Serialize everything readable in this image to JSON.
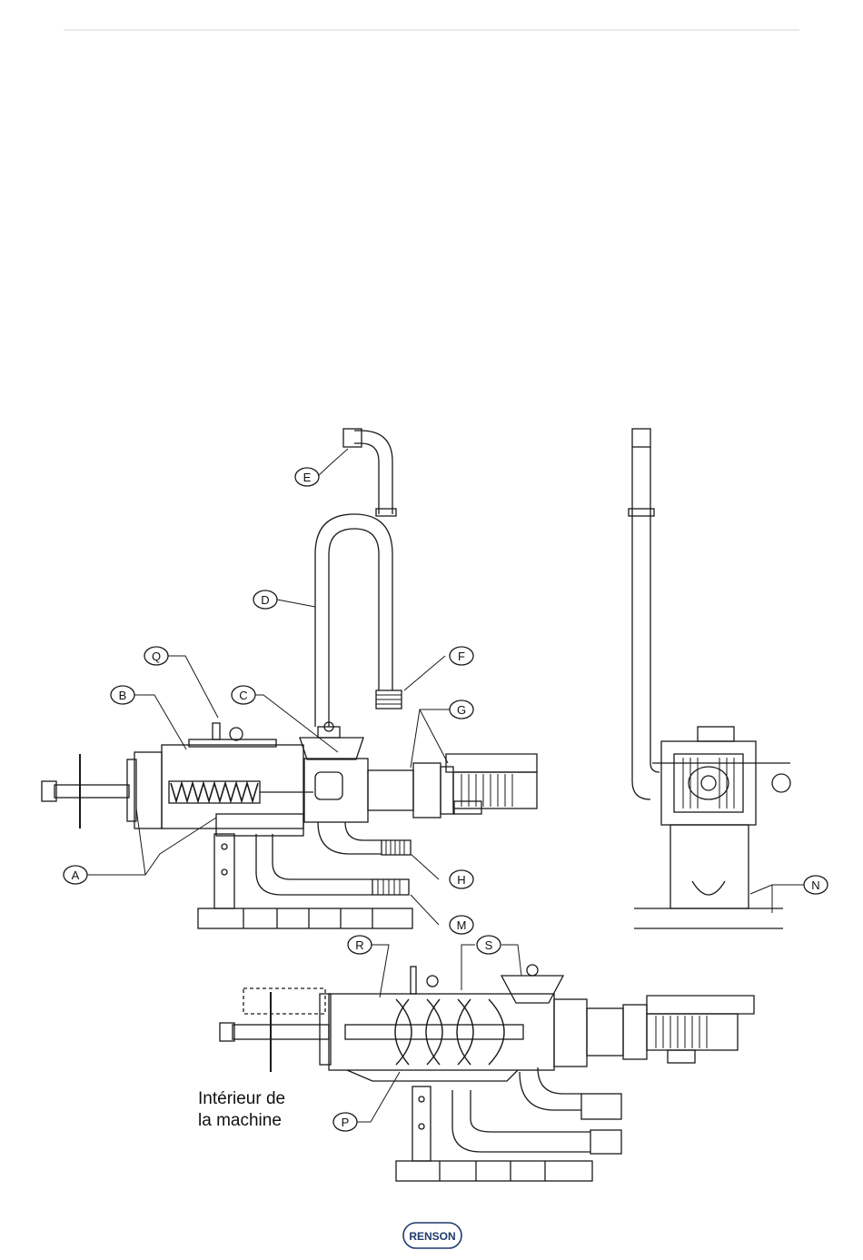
{
  "callouts": {
    "A": "A",
    "B": "B",
    "C": "C",
    "D": "D",
    "E": "E",
    "F": "F",
    "G": "G",
    "H": "H",
    "M": "M",
    "N": "N",
    "P": "P",
    "Q": "Q",
    "R": "R",
    "S": "S"
  },
  "caption": "Intérieur de\nla machine",
  "logo": {
    "text": "RENSON",
    "color": "#1f3a6e"
  }
}
